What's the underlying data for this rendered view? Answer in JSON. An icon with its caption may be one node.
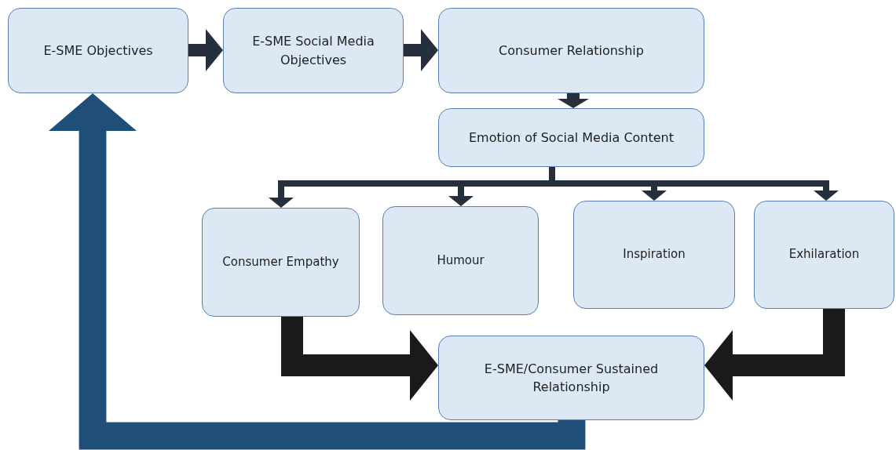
{
  "diagram": {
    "nodes": [
      {
        "text": [
          "E-SME Objectives"
        ]
      },
      {
        "text": [
          "E-SME Social Media Objectives"
        ]
      },
      {
        "text": [
          "Consumer Relationship"
        ]
      },
      {
        "text": [
          "Emotion of Social Media Content"
        ]
      },
      {
        "text": [
          "Consumer Empathy"
        ]
      },
      {
        "text": [
          "Humour"
        ]
      },
      {
        "text": [
          "Inspiration"
        ]
      },
      {
        "text": [
          "Exhilaration"
        ]
      },
      {
        "text": [
          "E-SME/Consumer Sustained Relationship"
        ]
      }
    ],
    "edges": [
      {
        "from": 0,
        "to": 1,
        "arrow": "to"
      },
      {
        "from": 1,
        "to": 2,
        "arrow": "to"
      },
      {
        "from": 2,
        "to": 3,
        "arrow": "to"
      },
      {
        "from": 3,
        "to": 4,
        "arrow": "to"
      },
      {
        "from": 3,
        "to": 5,
        "arrow": "to"
      },
      {
        "from": 3,
        "to": 6,
        "arrow": "to"
      },
      {
        "from": 3,
        "to": 7,
        "arrow": "to"
      },
      {
        "from": 4,
        "to": 8,
        "arrow": "to",
        "color": "#1a1a1a"
      },
      {
        "from": 7,
        "to": 8,
        "arrow": "to",
        "color": "#1a1a1a"
      },
      {
        "from": 8,
        "to": 0,
        "arrow": "to",
        "style": "thick",
        "color": "#1f4e79"
      }
    ]
  }
}
